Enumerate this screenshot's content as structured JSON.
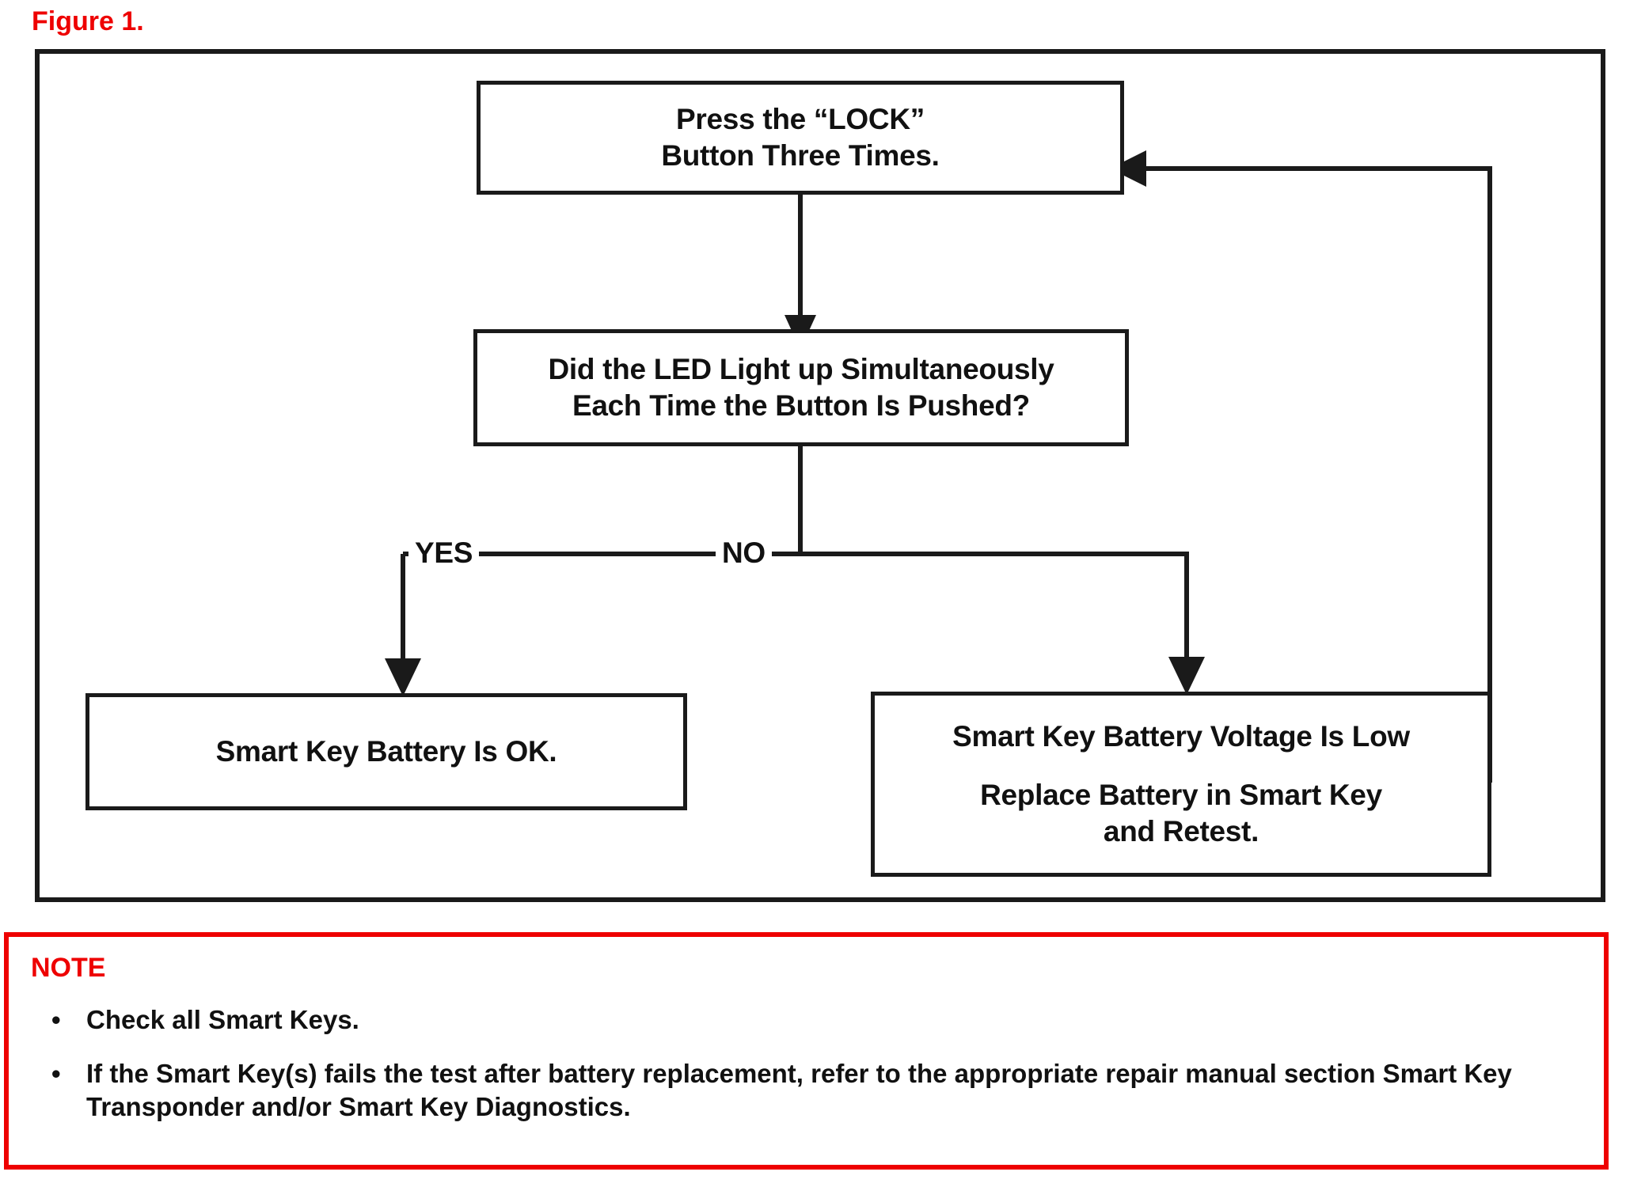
{
  "figure": {
    "caption": "Figure 1.",
    "caption_color": "#ee0000"
  },
  "diagram": {
    "type": "flowchart",
    "border_color": "#1a1a1a",
    "nodes": [
      {
        "id": "press-lock",
        "line1": "Press the “LOCK”",
        "line2": "Button Three Times."
      },
      {
        "id": "led-question",
        "line1": "Did the LED Light up Simultaneously",
        "line2": "Each Time the Button Is Pushed?"
      },
      {
        "id": "battery-ok",
        "line1": "Smart Key Battery Is OK."
      },
      {
        "id": "battery-low",
        "line1": "Smart Key Battery Voltage Is Low",
        "line2": "Replace Battery in Smart Key",
        "line3": "and Retest."
      }
    ],
    "branches": {
      "yes_label": "YES",
      "no_label": "NO"
    }
  },
  "note": {
    "title": "NOTE",
    "title_color": "#ee0000",
    "border_color": "#ee0000",
    "bullet_glyph": "•",
    "items": [
      "Check all Smart Keys.",
      "If the Smart Key(s) fails the test after battery replacement, refer to the appropriate repair manual section Smart Key Transponder and/or Smart Key Diagnostics."
    ]
  }
}
